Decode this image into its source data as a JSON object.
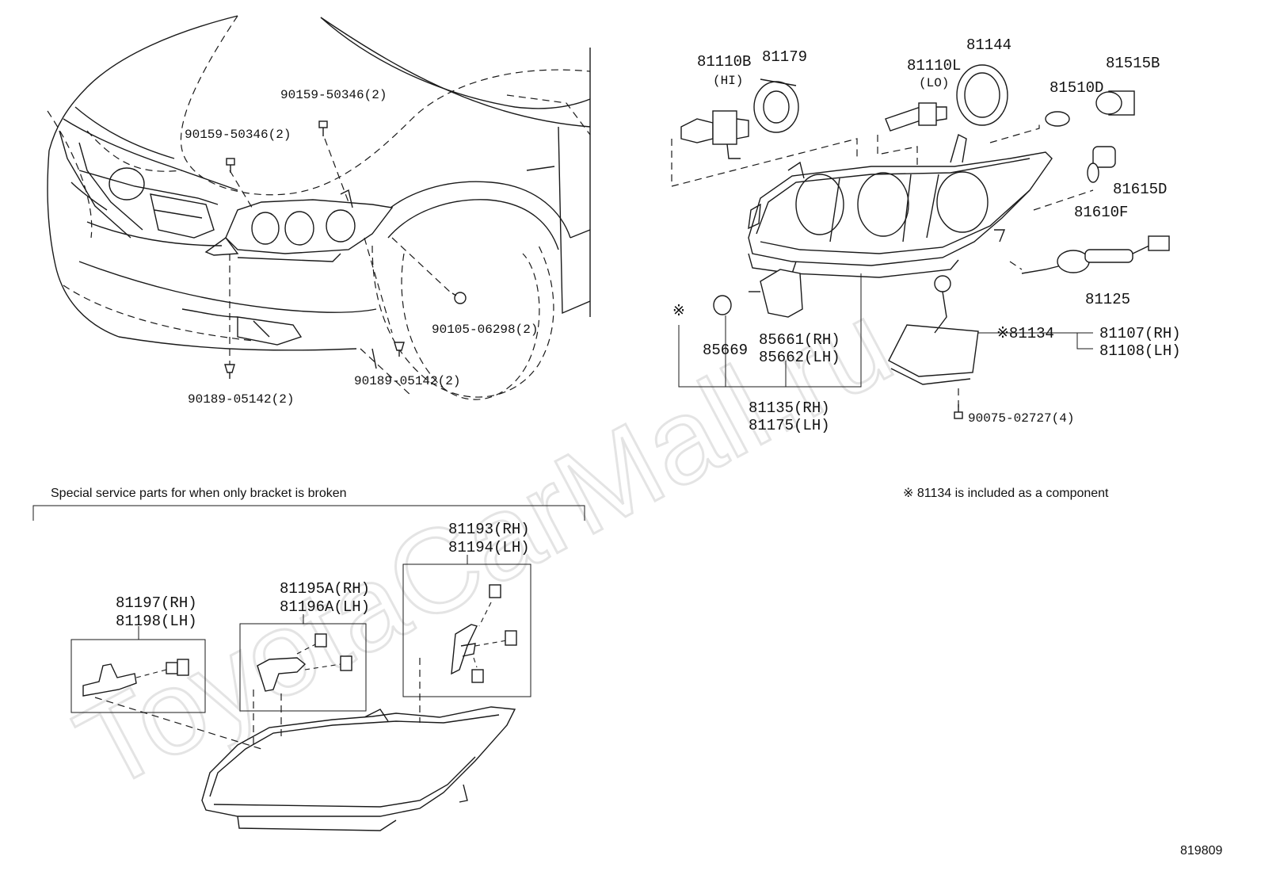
{
  "watermark": "ToyotaCarMall.ru",
  "diagram_id": "819809",
  "special_note": "Special service parts for when only bracket is broken",
  "component_note": "※ 81134 is included as a component",
  "labels": {
    "p90159a": "90159-50346(2)",
    "p90159b": "90159-50346(2)",
    "p90105": "90105-06298(2)",
    "p90189a": "90189-05142(2)",
    "p90189b": "90189-05142(2)",
    "p81110b": "81110B",
    "p81110b_sub": "(HI)",
    "p81179": "81179",
    "p81110l": "81110L",
    "p81110l_sub": "(LO)",
    "p81144": "81144",
    "p81510d": "81510D",
    "p81515b": "81515B",
    "p81615d": "81615D",
    "p81610f": "81610F",
    "p81125": "81125",
    "kome": "※",
    "p85669": "85669",
    "p85661": "85661(RH)",
    "p85662": "85662(LH)",
    "p81134": "※81134",
    "p81107": "81107(RH)",
    "p81108": "81108(LH)",
    "p81135": "81135(RH)",
    "p81175": "81175(LH)",
    "p90075": "90075-02727(4)",
    "p81193": "81193(RH)",
    "p81194": "81194(LH)",
    "p81195a": "81195A(RH)",
    "p81196a": "81196A(LH)",
    "p81197": "81197(RH)",
    "p81198": "81198(LH)"
  }
}
